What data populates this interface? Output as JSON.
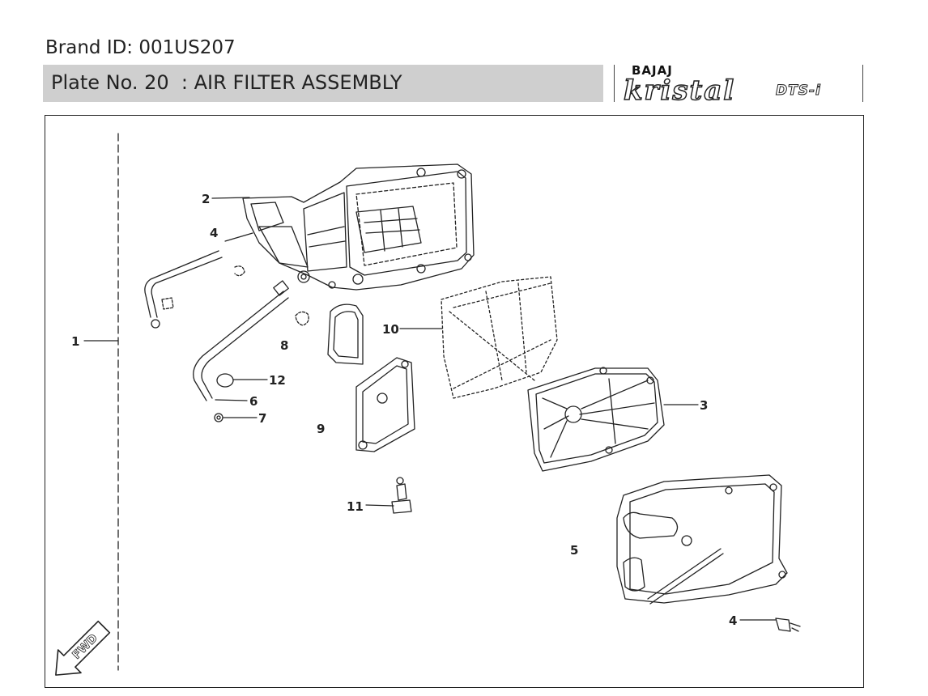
{
  "header": {
    "brand_id": "Brand ID: 001US207",
    "plate_title": "Plate No. 20  : AIR FILTER ASSEMBLY"
  },
  "logo": {
    "brand": "BAJAJ",
    "model": "kristal",
    "suffix": "DTS-i"
  },
  "diagram": {
    "direction_label": "FWD",
    "callouts": [
      "1",
      "2",
      "3",
      "4",
      "4",
      "5",
      "6",
      "7",
      "8",
      "9",
      "10",
      "11",
      "12"
    ]
  }
}
